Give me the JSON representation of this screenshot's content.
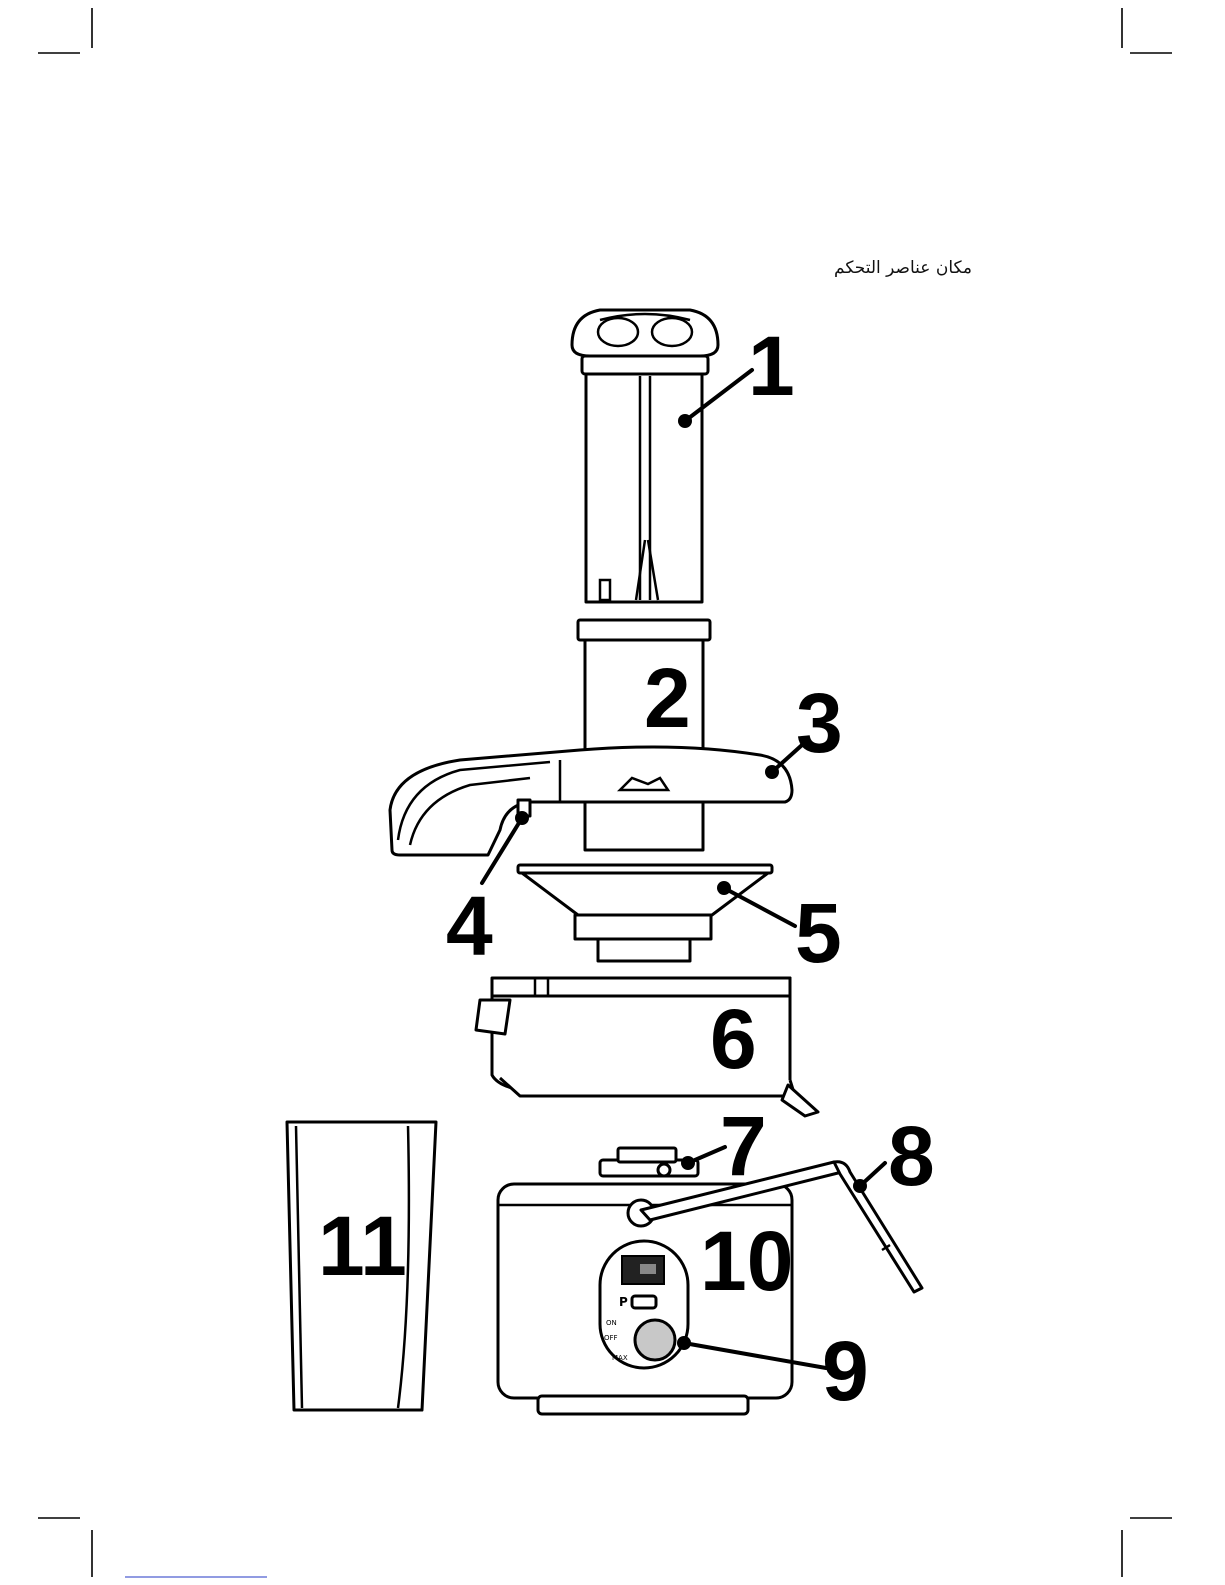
{
  "page": {
    "heading": "مكان عناصر التحكم"
  },
  "callouts": {
    "pusher": "1",
    "feed_chute": "2",
    "lid": "3",
    "lid_clip": "4",
    "filter_basket": "5",
    "pulp_container": "6",
    "drive_coupling": "7",
    "locking_arm": "8",
    "control_knob": "9",
    "motor_base": "10",
    "juice_jug": "11"
  },
  "control_panel": {
    "pulse_label": "P",
    "knob_on": "ON",
    "knob_off": "OFF",
    "knob_max": "MAX"
  }
}
